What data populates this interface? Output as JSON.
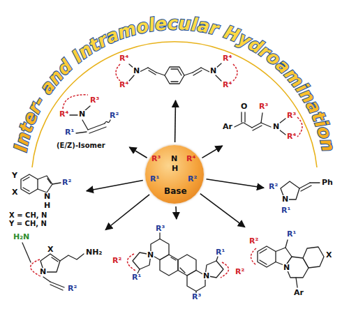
{
  "diagram": {
    "title": "Inter- and Intramolecular Hydroamination",
    "nodes": [
      {
        "text": [
          "R⁴",
          "N",
          "R³",
          "R¹",
          "R²",
          "(E/Z)-Isomer"
        ]
      },
      {
        "text": [
          "R⁴",
          "N",
          "R⁴",
          "N",
          "R⁴",
          "R⁴"
        ]
      },
      {
        "text": [
          "Ar",
          "O",
          "R³",
          "N",
          "R³",
          "R⁴"
        ]
      },
      {
        "text": [
          "Y",
          "X",
          "N",
          "H",
          "R²",
          "X = CH, N",
          "Y = CH, N"
        ]
      },
      {
        "text": [
          "R³",
          "N",
          "R⁴",
          "H",
          "R¹",
          "R²",
          "Base"
        ]
      },
      {
        "text": [
          "R²",
          "N",
          "R¹",
          "Ph"
        ]
      },
      {
        "text": [
          "H₂N",
          "X",
          "N",
          "NH₂",
          "R²"
        ]
      },
      {
        "text": [
          "R³",
          "N",
          "R²",
          "R¹",
          "R¹",
          "N",
          "R²",
          "R³"
        ]
      },
      {
        "text": [
          "R¹",
          "R²",
          "N",
          "X",
          "Ar"
        ]
      }
    ],
    "edges": [
      {
        "from": 4,
        "to": 0,
        "arrow": "to"
      },
      {
        "from": 4,
        "to": 1,
        "arrow": "to"
      },
      {
        "from": 4,
        "to": 2,
        "arrow": "to"
      },
      {
        "from": 4,
        "to": 3,
        "arrow": "to"
      },
      {
        "from": 4,
        "to": 5,
        "arrow": "to"
      },
      {
        "from": 4,
        "to": 6,
        "arrow": "to"
      },
      {
        "from": 4,
        "to": 7,
        "arrow": "to"
      },
      {
        "from": 4,
        "to": 8,
        "arrow": "to"
      }
    ]
  }
}
